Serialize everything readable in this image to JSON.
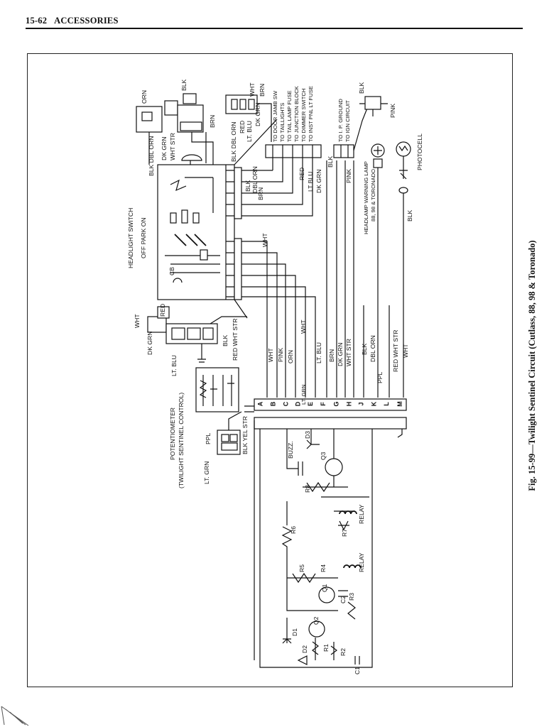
{
  "header": {
    "page_number": "15-62",
    "section": "ACCESSORIES"
  },
  "caption": "Fig. 15-99—Twilight Sentinel Circuit (Cutlass, 88, 98 & Toronado)",
  "labels": {
    "headlight_switch": "HEADLIGHT SWITCH",
    "off_park_on": "OFF PARK ON",
    "cb": "CB",
    "potentiometer_1": "POTENTIOMETER",
    "potentiometer_2": "(TWILIGHT SENTINEL CONTROL)",
    "headlamp_warning_lamp": "HEADLAMP WARNING LAMP",
    "models": "88, 98 & TORONADO",
    "photocell": "PHOTOCELL",
    "buzz": "BUZZ.",
    "relay_1": "RELAY",
    "relay_2": "RELAY",
    "c1": "C1",
    "c2": "C2",
    "r1": "R1",
    "r2": "R2",
    "r3": "R3",
    "r4": "R4",
    "r5": "R5",
    "r6": "R6",
    "r7": "R7",
    "r8": "R8",
    "d1": "D1",
    "d2": "D2",
    "d3": "D3",
    "q1": "Q1",
    "q2": "Q2",
    "q3": "Q3"
  },
  "connector_top_left": {
    "orn": "ORN",
    "blk": "BLK",
    "brn": "BRN",
    "wht_str": "WHT STR",
    "dk_grn": "DK GRN",
    "blk_dbl_orn": "BLK DBL ORN"
  },
  "connector_top_mid": {
    "blk_dbl_orn": "BLK DBL ORN",
    "red": "RED",
    "lt_blu": "LT. BLU",
    "dk_grn": "DK GRN",
    "wht": "WHT",
    "brn": "BRN"
  },
  "destinations": [
    "TO DOOR JAMB SW",
    "TO TAILLIGHTS",
    "TO TAIL LAMP FUSE",
    "TO JUNCTION BLOCK",
    "TO DIMMER SWITCH",
    "TO INST PNL LT FUSE"
  ],
  "ground_destinations": [
    "TO I. P. GROUND",
    "TO IGN CIRCUIT"
  ],
  "switch_right_labels": {
    "blk": "BLK",
    "dbl_orn": "DBL ORN",
    "brn": "BRN",
    "wht": "WHT"
  },
  "mid_wire_labels": {
    "red": "RED",
    "lt_blu": "LT BLU",
    "dk_grn": "DK GRN",
    "pink": "PINK",
    "blk": "BLK"
  },
  "lamp_labels": {
    "blk": "BLK",
    "pink": "PINK"
  },
  "photocell_wire": "BLK",
  "left_connector": {
    "wht": "WHT",
    "red": "RED",
    "dk_grn": "DK GRN",
    "lt_blu": "LT. BLU",
    "blk": "BLK",
    "red_wht_str": "RED WHT STR"
  },
  "pot_wires": {
    "ppl": "PPL",
    "lt_grn": "LT. GRN",
    "blk_yel_str": "BLK YEL STR"
  },
  "harness_wires": [
    "WHT",
    "PINK",
    "ORN",
    "LT. BLU",
    "BRN",
    "DK GRN",
    "WHT STR",
    "BLK",
    "DBL ORN",
    "PPL",
    "RED WHT STR",
    "WHT"
  ],
  "mid_wire_wht": "WHT",
  "terminal_letters": [
    "A",
    "B",
    "C",
    "D",
    "E",
    "F",
    "G",
    "H",
    "J",
    "K",
    "L",
    "M"
  ],
  "lt_grn_terminal": "LT. GRN"
}
